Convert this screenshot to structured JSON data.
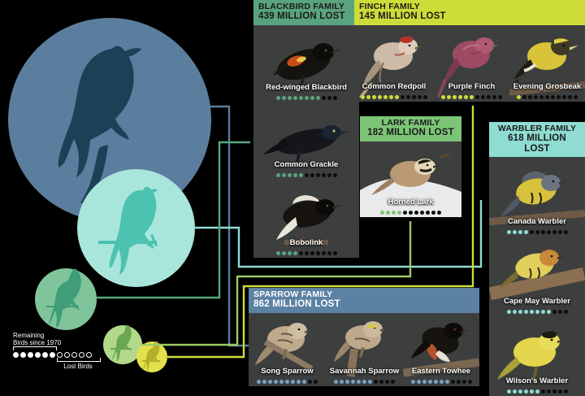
{
  "legend": {
    "remaining_label": "Remaining\nBirds since 1970",
    "remaining_line1": "Remaining",
    "remaining_line2": "Birds since 1970",
    "lost_label": "Lost Birds",
    "remaining_dots": 6,
    "lost_dots": 5
  },
  "chart_data": {
    "type": "table",
    "title": "Bird population losses by family since 1970",
    "families": [
      {
        "name": "BLACKBIRD FAMILY",
        "lost": "439 MILLION LOST",
        "lost_millions": 439,
        "accent": "#5aa37f",
        "header_text": "#1a1a1a",
        "species": [
          {
            "name": "Red-winged Blackbird",
            "remaining_dots": 8,
            "lost_dots": 3
          },
          {
            "name": "Common Grackle",
            "remaining_dots": 5,
            "lost_dots": 6
          },
          {
            "name": "Bobolink",
            "remaining_dots": 4,
            "lost_dots": 7
          }
        ]
      },
      {
        "name": "FINCH FAMILY",
        "lost": "145 MILLION LOST",
        "lost_millions": 145,
        "accent": "#cddc39",
        "header_text": "#1a1a1a",
        "species": [
          {
            "name": "Common Redpoll",
            "remaining_dots": 7,
            "lost_dots": 5
          },
          {
            "name": "Purple Finch",
            "remaining_dots": 6,
            "lost_dots": 5
          },
          {
            "name": "Evening Grosbeak",
            "remaining_dots": 1,
            "lost_dots": 10
          }
        ]
      },
      {
        "name": "LARK FAMILY",
        "lost": "182 MILLION LOST",
        "lost_millions": 182,
        "accent": "#7cc576",
        "header_text": "#1a1a1a",
        "species": [
          {
            "name": "Horned Lark",
            "remaining_dots": 4,
            "lost_dots": 7
          }
        ]
      },
      {
        "name": "WARBLER FAMILY",
        "lost": "618 MILLION LOST",
        "lost_millions": 618,
        "accent": "#8fdcd2",
        "header_text": "#1a1a1a",
        "species": [
          {
            "name": "Canada Warbler",
            "remaining_dots": 4,
            "lost_dots": 7
          },
          {
            "name": "Cape May Warbler",
            "remaining_dots": 8,
            "lost_dots": 3
          },
          {
            "name": "Wilson's Warbler",
            "remaining_dots": 6,
            "lost_dots": 5
          }
        ]
      },
      {
        "name": "SPARROW FAMILY",
        "lost": "862 MILLION LOST",
        "lost_millions": 862,
        "accent": "#5c82a3",
        "header_text": "#ffffff",
        "species": [
          {
            "name": "Song Sparrow",
            "remaining_dots": 9,
            "lost_dots": 2
          },
          {
            "name": "Savannah Sparrow",
            "remaining_dots": 7,
            "lost_dots": 4
          },
          {
            "name": "Eastern Towhee",
            "remaining_dots": 7,
            "lost_dots": 4
          }
        ]
      }
    ],
    "bubbles": [
      {
        "family": "SPARROW FAMILY",
        "color": "#5c7e9e",
        "bird_color": "#1d4056",
        "r": 125
      },
      {
        "family": "WARBLER FAMILY",
        "color": "#a8e6dc",
        "bird_color": "#4cc2b0",
        "r": 72
      },
      {
        "family": "BLACKBIRD FAMILY",
        "color": "#7fc49a",
        "bird_color": "#3f9d77",
        "r": 38
      },
      {
        "family": "LARK FAMILY",
        "color": "#b2d98a",
        "bird_color": "#6aa84f",
        "r": 24
      },
      {
        "family": "FINCH FAMILY",
        "color": "#e3e04e",
        "bird_color": "#b5b02a",
        "r": 18
      }
    ]
  }
}
